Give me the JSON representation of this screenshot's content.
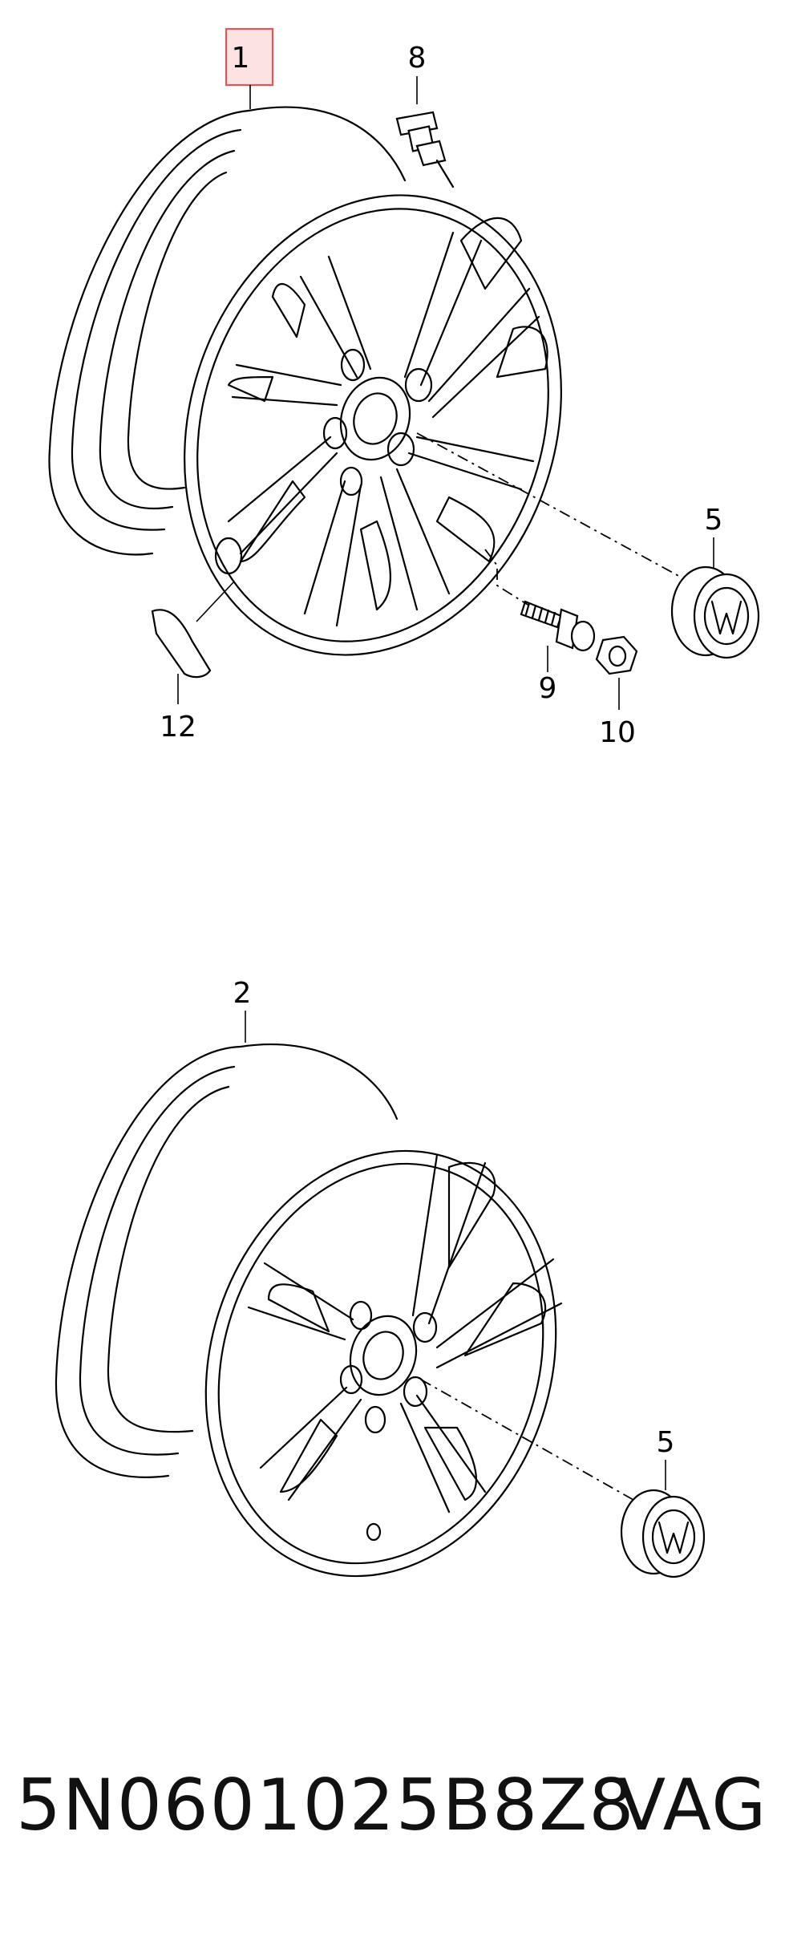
{
  "diagram": {
    "parts": [
      {
        "id": "wheel-1",
        "label": "1"
      },
      {
        "id": "wheel-2",
        "label": "2"
      },
      {
        "id": "hub-cap-top",
        "label": "5"
      },
      {
        "id": "hub-cap-bottom",
        "label": "5"
      },
      {
        "id": "valve",
        "label": "8"
      },
      {
        "id": "bolt",
        "label": "9"
      },
      {
        "id": "nut",
        "label": "10"
      },
      {
        "id": "clip",
        "label": "12"
      }
    ],
    "highlight": {
      "part": "1",
      "color": "#e0555a",
      "fill": "#fbe3e4"
    }
  },
  "footer": {
    "part_number": "5N0601025B8Z8",
    "brand": "VAG"
  }
}
